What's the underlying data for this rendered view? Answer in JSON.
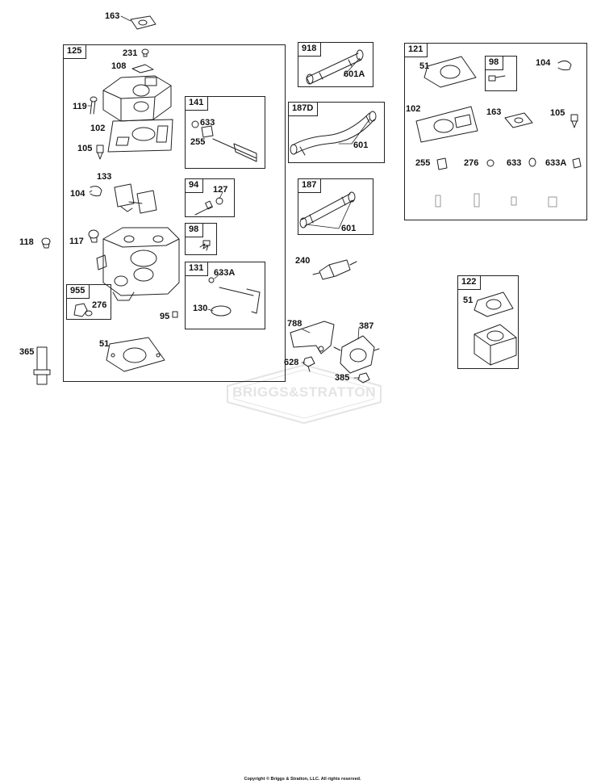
{
  "diagram": {
    "boxes": [
      {
        "id": "125"
      },
      {
        "id": "141"
      },
      {
        "id": "94"
      },
      {
        "id": "98"
      },
      {
        "id": "131"
      },
      {
        "id": "955"
      },
      {
        "id": "918"
      },
      {
        "id": "187D"
      },
      {
        "id": "187"
      },
      {
        "id": "121"
      },
      {
        "id": "98b",
        "label": "98"
      },
      {
        "id": "122"
      }
    ],
    "labels": [
      "163",
      "231",
      "108",
      "119",
      "102",
      "105",
      "255",
      "633",
      "133",
      "104",
      "127",
      "118",
      "117",
      "633A",
      "276",
      "130",
      "95",
      "51",
      "365",
      "601A",
      "601",
      "240",
      "788",
      "387",
      "628",
      "385",
      "51",
      "104",
      "102",
      "163",
      "105",
      "255",
      "276",
      "633",
      "633A",
      "51"
    ],
    "watermark": "BRIGGS&STRATTON",
    "copyright": "Copyright © Briggs & Stratton, LLC. All rights reserved."
  }
}
